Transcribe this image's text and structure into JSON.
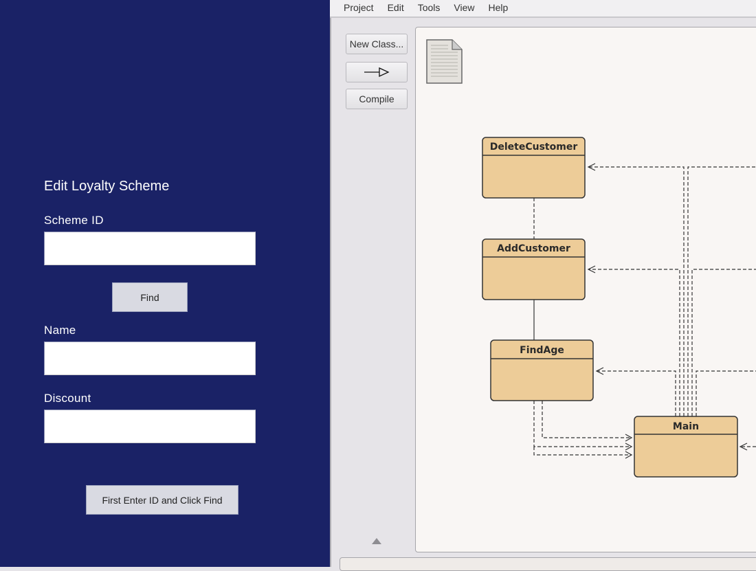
{
  "form": {
    "title": "Edit Loyalty Scheme",
    "scheme_id_label": "Scheme ID",
    "scheme_id_value": "",
    "find_button": "Find",
    "name_label": "Name",
    "name_value": "",
    "discount_label": "Discount",
    "discount_value": "",
    "submit_button": "First Enter ID and Click Find"
  },
  "ide": {
    "menu": [
      "Project",
      "Edit",
      "Tools",
      "View",
      "Help"
    ],
    "toolbar": {
      "new_class": "New Class...",
      "arrow_icon": "uses-arrow-icon",
      "compile": "Compile"
    },
    "readme_icon": "document-icon",
    "classes": [
      "DeleteCustomer",
      "AddCustomer",
      "FindAge",
      "Main"
    ],
    "colors": {
      "class_fill": "#edcc98",
      "background": "#1a2266"
    }
  }
}
